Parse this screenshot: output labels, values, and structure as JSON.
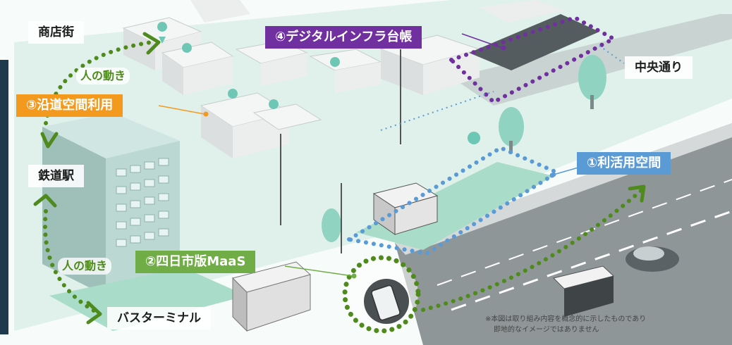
{
  "places": {
    "shopping_street": "商店街",
    "station": "鉄道駅",
    "bus_terminal": "バスターミナル",
    "central_street": "中央通り"
  },
  "tags": {
    "space_use": "①利活用空間",
    "maas": "②四日市版MaaS",
    "roadside": "③沿道空間利用",
    "digital_ledger": "④デジタルインフラ台帳"
  },
  "flows": {
    "people_top": "人の動き",
    "people_bottom": "人の動き"
  },
  "note": {
    "line1": "※本図は取り組み内容を概念的に示したものであり",
    "line2": "即地的なイメージではありません"
  },
  "colors": {
    "space_use": "#5b9bd5",
    "maas": "#70ad47",
    "roadside": "#f39a1e",
    "digital_ledger": "#7030a0",
    "flow_arrow": "#4f8a1c",
    "plaza": "#a9ddc9"
  }
}
